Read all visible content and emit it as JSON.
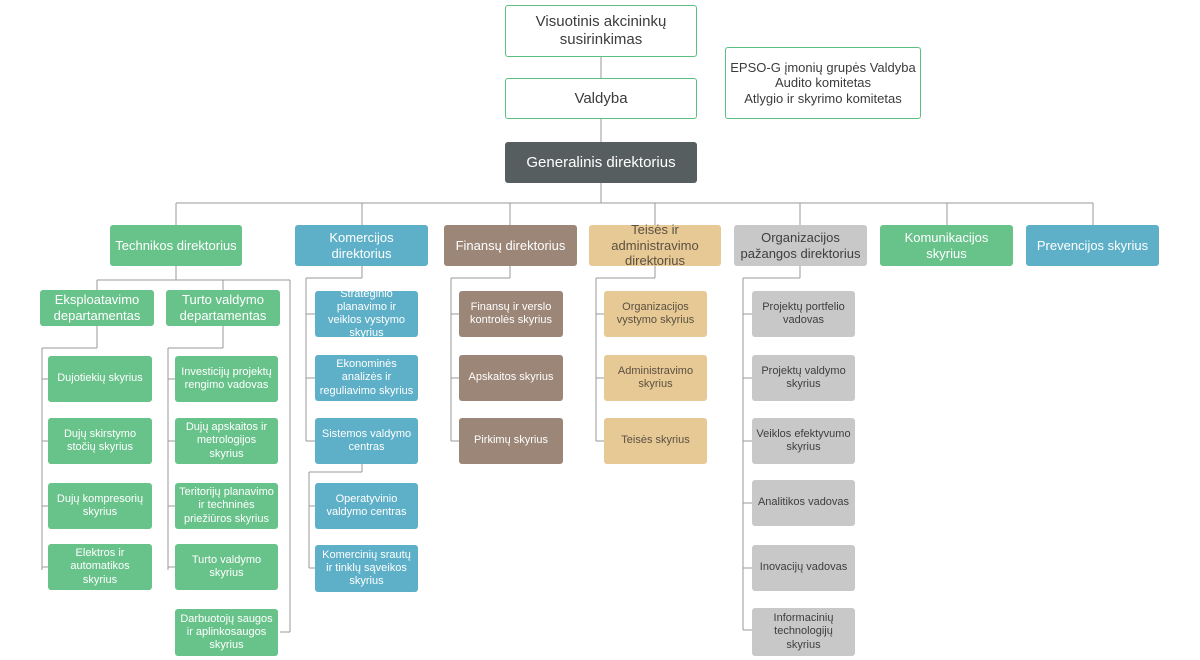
{
  "top": {
    "general_meeting": "Visuotinis akcininkų susirinkimas",
    "board": "Valdyba",
    "ceo": "Generalinis direktorius",
    "committees": [
      "EPSO-G įmonių grupės Valdyba",
      "Audito komitetas",
      "Atlygio ir skyrimo komitetas"
    ]
  },
  "directorates": {
    "technical": "Technikos direktorius",
    "commercial": "Komercijos direktorius",
    "finance": "Finansų direktorius",
    "legal": "Teisės ir administravimo direktorius",
    "development": "Organizacijos pažangos direktorius",
    "communication": "Komunikacijos skyrius",
    "prevention": "Prevencijos skyrius"
  },
  "technical": {
    "operations_dept": "Eksploatavimo departamentas",
    "asset_dept": "Turto valdymo departamentas",
    "operations_units": [
      "Dujotiekių skyrius",
      "Dujų skirstymo stočių skyrius",
      "Dujų kompresorių skyrius",
      "Elektros ir automatikos skyrius"
    ],
    "asset_units": [
      "Investicijų projektų rengimo vadovas",
      "Dujų apskaitos ir metrologijos skyrius",
      "Teritorijų planavimo ir techninės priežiūros skyrius",
      "Turto valdymo skyrius",
      "Darbuotojų saugos ir aplinkosaugos skyrius"
    ]
  },
  "commercial": {
    "units": [
      "Strateginio planavimo ir veiklos vystymo skyrius",
      "Ekonominės analizės ir reguliavimo skyrius",
      "Sistemos valdymo centras"
    ],
    "sub_units": [
      "Operatyvinio valdymo centras",
      "Komercinių srautų ir tinklų sąveikos skyrius"
    ]
  },
  "finance": {
    "units": [
      "Finansų ir verslo kontrolės skyrius",
      "Apskaitos skyrius",
      "Pirkimų skyrius"
    ]
  },
  "legal": {
    "units": [
      "Organizacijos vystymo skyrius",
      "Administravimo skyrius",
      "Teisės skyrius"
    ]
  },
  "development": {
    "units": [
      "Projektų portfelio vadovas",
      "Projektų valdymo skyrius",
      "Veiklos efektyvumo skyrius",
      "Analitikos vadovas",
      "Inovacijų vadovas",
      "Informacinių technologijų skyrius"
    ]
  },
  "colors": {
    "outline": "#5cbf82",
    "ceo": "#575e5f",
    "technical": "#68c38a",
    "commercial": "#5eb0c8",
    "finance": "#9c8677",
    "legal": "#e7c996",
    "development": "#c8c8c8",
    "lines": "#9a9a9a"
  }
}
